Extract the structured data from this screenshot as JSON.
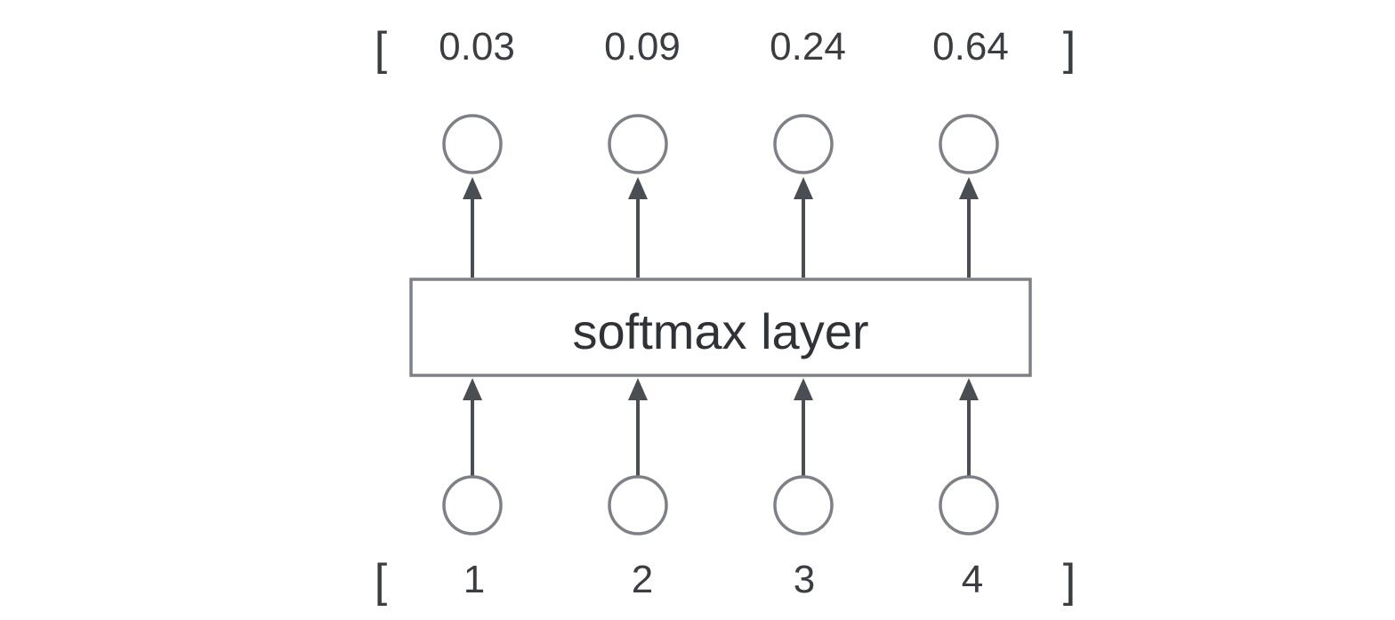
{
  "output": {
    "open_bracket": "[",
    "close_bracket": "]",
    "values": [
      "0.03",
      "0.09",
      "0.24",
      "0.64"
    ]
  },
  "layer": {
    "label": "softmax layer"
  },
  "input": {
    "open_bracket": "[",
    "close_bracket": "]",
    "values": [
      "1",
      "2",
      "3",
      "4"
    ]
  },
  "colors": {
    "text": "#3a3d42",
    "node_stroke": "#7d8187",
    "arrow": "#4a4e54"
  }
}
